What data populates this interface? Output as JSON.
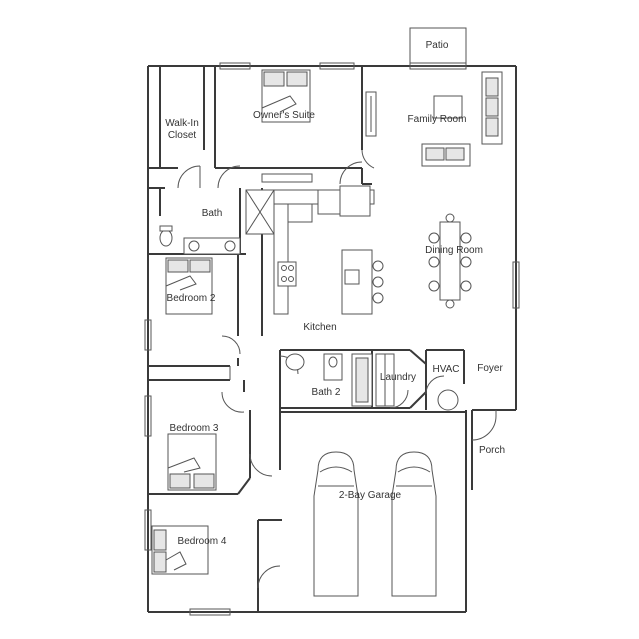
{
  "rooms": {
    "patio": "Patio",
    "walk_in_closet_line1": "Walk-In",
    "walk_in_closet_line2": "Closet",
    "owners_suite": "Owner's Suite",
    "family_room": "Family Room",
    "bath": "Bath",
    "dining_room": "Dining Room",
    "bedroom_2": "Bedroom 2",
    "kitchen": "Kitchen",
    "hvac": "HVAC",
    "foyer": "Foyer",
    "laundry": "Laundry",
    "bath_2": "Bath 2",
    "bedroom_3": "Bedroom 3",
    "porch": "Porch",
    "garage": "2-Bay Garage",
    "bedroom_4": "Bedroom 4"
  }
}
